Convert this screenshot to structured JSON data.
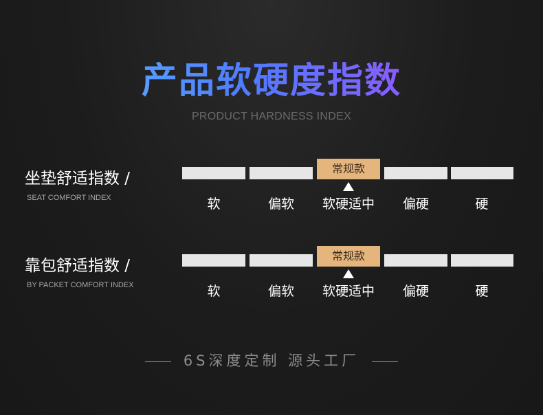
{
  "header": {
    "title": "产品软硬度指数",
    "subtitle": "PRODUCT HARDNESS INDEX"
  },
  "scales": [
    {
      "label": "坐垫舒适指数 /",
      "sublabel": "SEAT COMFORT INDEX",
      "active_badge": "常规款",
      "active_index": 2,
      "ticks": [
        "软",
        "偏软",
        "软硬适中",
        "偏硬",
        "硬"
      ]
    },
    {
      "label": "靠包舒适指数 /",
      "sublabel": "BY PACKET COMFORT INDEX",
      "active_badge": "常规款",
      "active_index": 2,
      "ticks": [
        "软",
        "偏软",
        "软硬适中",
        "偏硬",
        "硬"
      ]
    }
  ],
  "footer": {
    "text": "6S深度定制 源头工厂"
  },
  "colors": {
    "bar": "#e6e6e6",
    "active_bar": "#e5b57e",
    "title_gradient": [
      "#5ec8ff",
      "#4f7cff",
      "#b85cff"
    ]
  }
}
